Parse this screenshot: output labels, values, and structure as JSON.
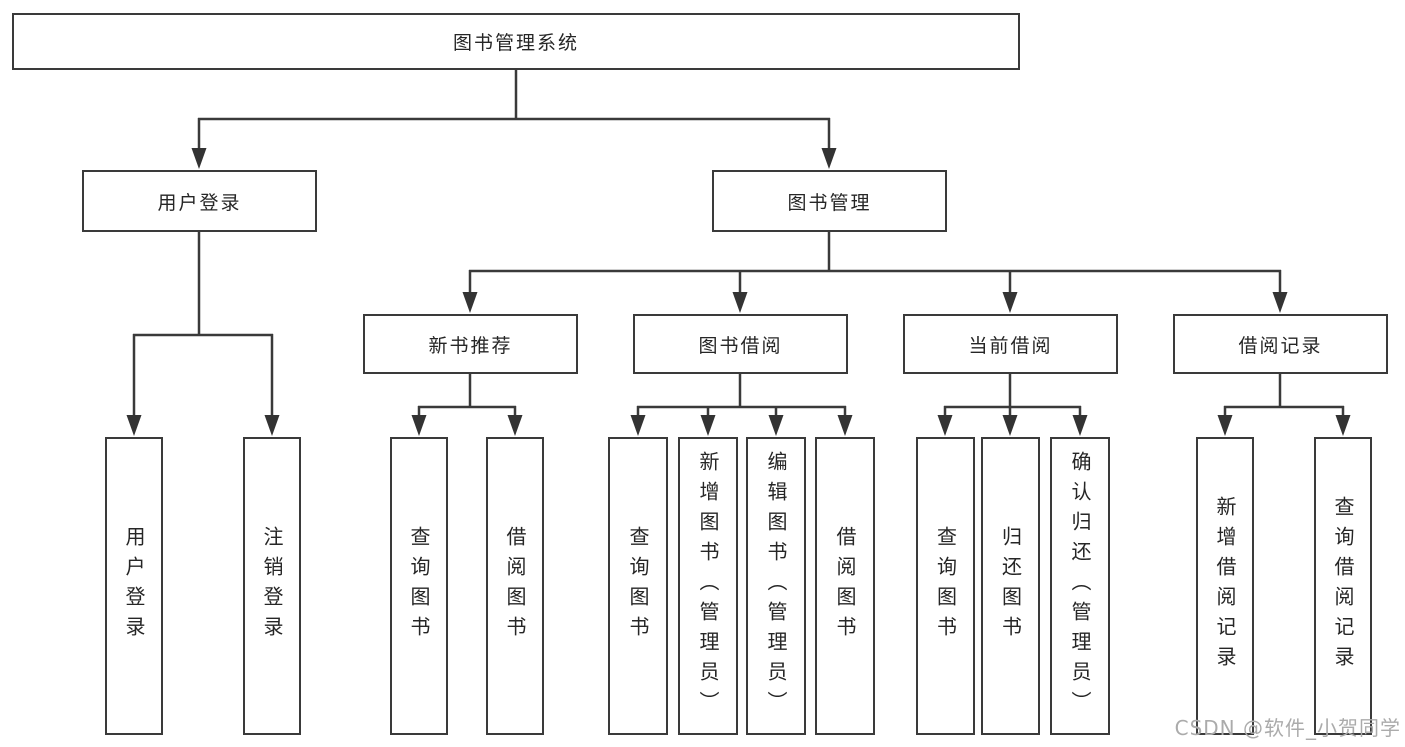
{
  "diagram": {
    "root": "图书管理系统",
    "level2": {
      "user_login": "用户登录",
      "book_management": "图书管理"
    },
    "level3": {
      "new_book_recommend": "新书推荐",
      "book_borrowing": "图书借阅",
      "current_borrowing": "当前借阅",
      "borrowing_records": "借阅记录"
    },
    "leaves": {
      "user_login": [
        "用户登录",
        "注销登录"
      ],
      "new_book_recommend": [
        "查询图书",
        "借阅图书"
      ],
      "book_borrowing": [
        "查询图书",
        "新增图书（管理员）",
        "编辑图书（管理员）",
        "借阅图书"
      ],
      "current_borrowing": [
        "查询图书",
        "归还图书",
        "确认归还（管理员）"
      ],
      "borrowing_records": [
        "新增借阅记录",
        "查询借阅记录"
      ]
    }
  },
  "watermark": "CSDN @软件_小贺同学",
  "colors": {
    "line": "#3a3a3a",
    "arrow": "#333333",
    "text": "#262626",
    "watermark": "#ababab"
  }
}
